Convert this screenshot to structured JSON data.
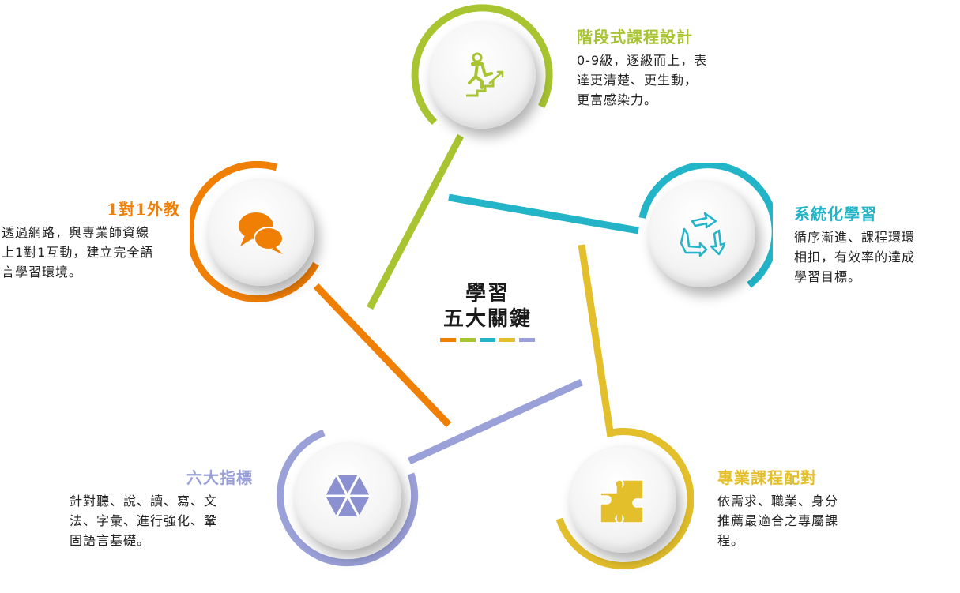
{
  "center": {
    "line1": "學習",
    "line2": "五大關鍵",
    "bar_colors": [
      "#f07f06",
      "#a8c531",
      "#23b4c8",
      "#e3bf2c",
      "#9aa0d8"
    ]
  },
  "nodes": [
    {
      "id": "stepped",
      "icon": "climbing-stairs-icon",
      "color": "#a8c531",
      "title": "階段式課程設計",
      "desc": [
        "0-9級，逐級而上，表",
        "達更清楚、更生動，",
        "更富感染力。"
      ]
    },
    {
      "id": "system",
      "icon": "recycle-arrows-icon",
      "color": "#23b4c8",
      "title": "系統化學習",
      "desc": [
        "循序漸進、課程環環",
        "相扣，有效率的達成",
        "學習目標。"
      ]
    },
    {
      "id": "matching",
      "icon": "puzzle-icon",
      "color": "#e3bf2c",
      "title": "專業課程配對",
      "desc": [
        "依需求、職業、身分",
        "推薦最適合之專屬課",
        "程。"
      ]
    },
    {
      "id": "indicators",
      "icon": "hexagon-icon",
      "color": "#9aa0d8",
      "title": "六大指標",
      "desc": [
        "針對聽、說、讀、寫、文",
        "法、字彙、進行強化、鞏",
        "固語言基礎。"
      ]
    },
    {
      "id": "tutor",
      "icon": "chat-bubbles-icon",
      "color": "#f07f06",
      "title": "1對1外教",
      "desc": [
        "透過網路，與專業師資線",
        "上1對1互動，建立完全語",
        "言學習環境。"
      ]
    }
  ]
}
